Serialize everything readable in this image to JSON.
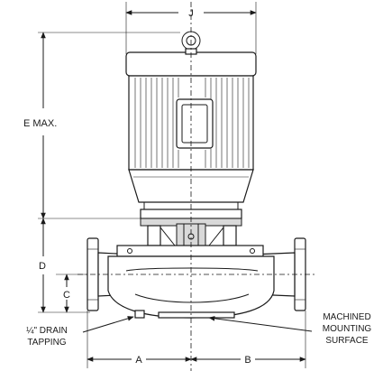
{
  "dimensions": {
    "j": "J",
    "e": "E MAX.",
    "d": "D",
    "c": "C",
    "a": "A",
    "b": "B"
  },
  "notes": {
    "drain_line1": "¼\" DRAIN",
    "drain_line2": "TAPPING",
    "mount_line1": "MACHINED",
    "mount_line2": "MOUNTING",
    "mount_line3": "SURFACE"
  }
}
